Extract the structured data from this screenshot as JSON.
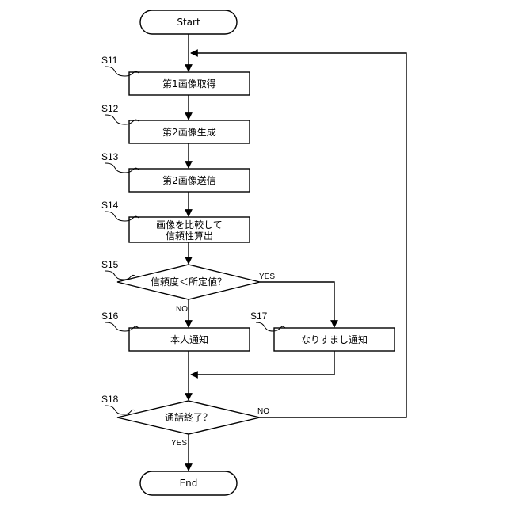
{
  "nodes": {
    "start": "Start",
    "s11": "第1画像取得",
    "s12": "第2画像生成",
    "s13": "第2画像送信",
    "s14_line1": "画像を比較して",
    "s14_line2": "信頼性算出",
    "s15": "信頼度＜所定値？",
    "s16": "本人通知",
    "s17": "なりすまし通知",
    "s18": "通話終了？",
    "end": "End"
  },
  "steps": {
    "s11": "S11",
    "s12": "S12",
    "s13": "S13",
    "s14": "S14",
    "s15": "S15",
    "s16": "S16",
    "s17": "S17",
    "s18": "S18"
  },
  "branches": {
    "s15_yes": "YES",
    "s15_no": "NO",
    "s18_no": "NO",
    "s18_yes": "YES"
  }
}
